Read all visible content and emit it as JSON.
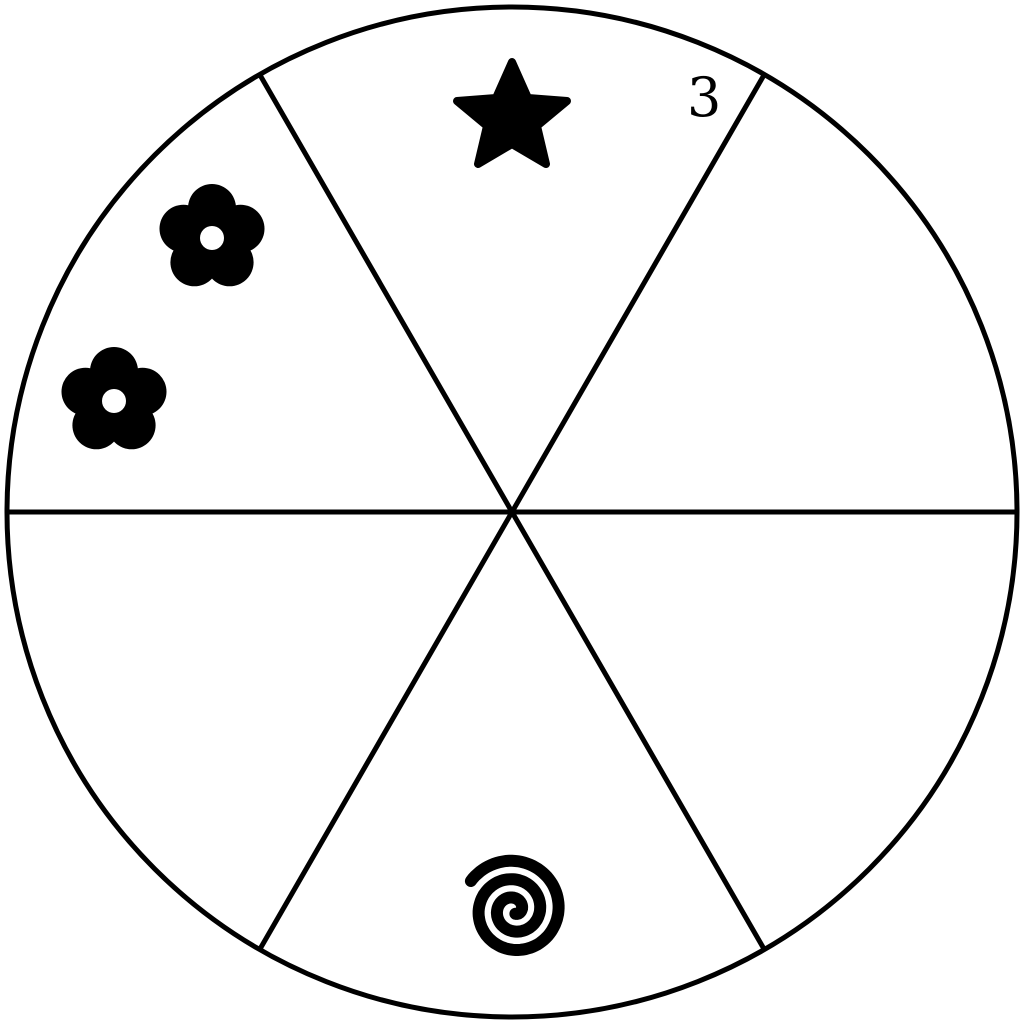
{
  "diagram": {
    "type": "circle-divided-into-six-sectors",
    "sectors": [
      {
        "position": "top",
        "symbols": [
          "star-icon"
        ],
        "label": "3"
      },
      {
        "position": "upper-left",
        "symbols": [
          "flower-icon",
          "flower-icon"
        ]
      },
      {
        "position": "upper-right",
        "symbols": []
      },
      {
        "position": "lower-left",
        "symbols": []
      },
      {
        "position": "lower-right",
        "symbols": []
      },
      {
        "position": "bottom",
        "symbols": [
          "spiral-icon"
        ]
      }
    ],
    "colors": {
      "stroke": "#000000",
      "fill": "#000000",
      "background": "#ffffff"
    }
  }
}
